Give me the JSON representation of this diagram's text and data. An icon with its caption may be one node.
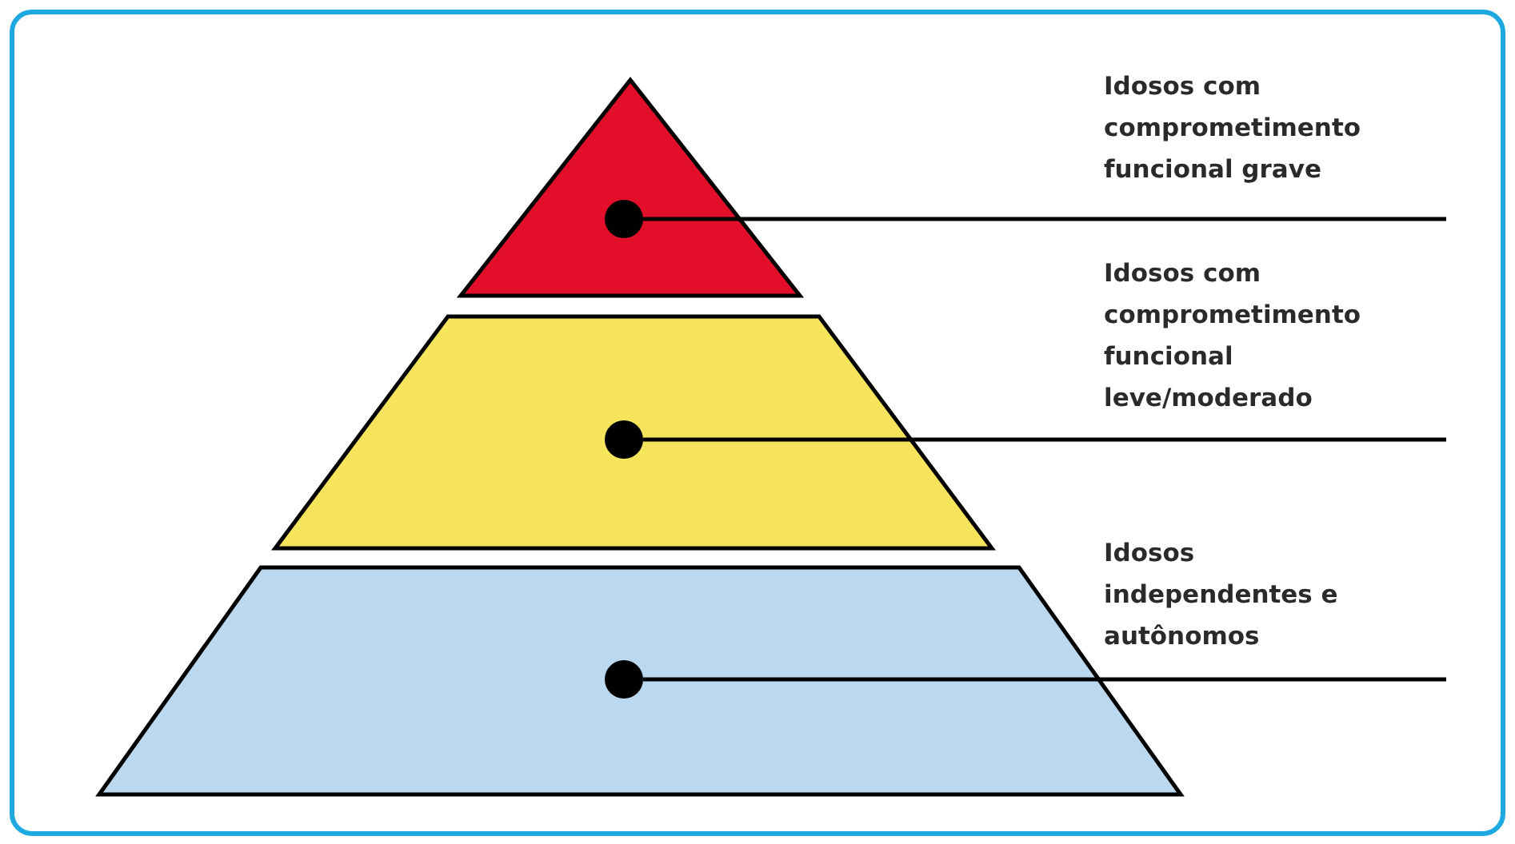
{
  "diagram": {
    "nodes": [
      {
        "text": [],
        "shape": "triangle"
      },
      {
        "text": [],
        "shape": "circle",
        "in": 0
      },
      {
        "text": [
          "Idosos com comprometimento funcional grave"
        ]
      },
      {
        "text": [],
        "shape": "trapezoid"
      },
      {
        "text": [],
        "shape": "circle",
        "in": 3
      },
      {
        "text": [
          "Idosos com comprometimento funcional leve/moderado"
        ]
      },
      {
        "text": [],
        "shape": "trapezoid"
      },
      {
        "text": [],
        "shape": "circle",
        "in": 6
      },
      {
        "text": [
          "Idosos independentes e autônomos"
        ]
      }
    ],
    "edges": [
      {
        "from": 2,
        "to": 1,
        "arrow": "none"
      },
      {
        "from": 5,
        "to": 4,
        "arrow": "none"
      },
      {
        "from": 8,
        "to": 7,
        "arrow": "none"
      }
    ]
  }
}
